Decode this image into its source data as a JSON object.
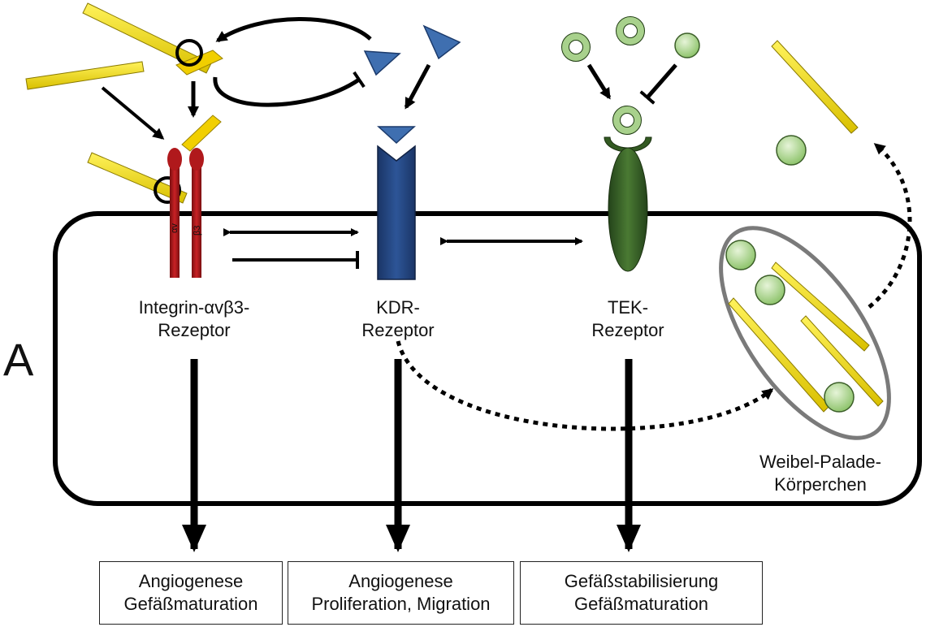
{
  "panel_label": "A",
  "receptors": {
    "integrin": {
      "line1": "Integrin-αvβ3-",
      "line2": "Rezeptor",
      "sub_a": "αv",
      "sub_b": "β3"
    },
    "kdr": {
      "line1": "KDR-",
      "line2": "Rezeptor"
    },
    "tek": {
      "line1": "TEK-",
      "line2": "Rezeptor"
    }
  },
  "weibel": {
    "line1": "Weibel-Palade-",
    "line2": "Körperchen"
  },
  "outcomes": [
    {
      "line1": "Angiogenese",
      "line2": "Gefäßmaturation"
    },
    {
      "line1": "Angiogenese",
      "line2": "Proliferation, Migration"
    },
    {
      "line1": "Gefäßstabilisierung",
      "line2": "Gefäßmaturation"
    }
  ],
  "colors": {
    "integrin_red": "#b0191c",
    "kdr_blue": "#1f3f7a",
    "ligand_blue": "#3f6fb0",
    "tek_green": "#335a22",
    "ang_green": "#a8d18c",
    "fibrin_yellow": "#e6d000",
    "wpb_gray": "#7a7a7a"
  }
}
